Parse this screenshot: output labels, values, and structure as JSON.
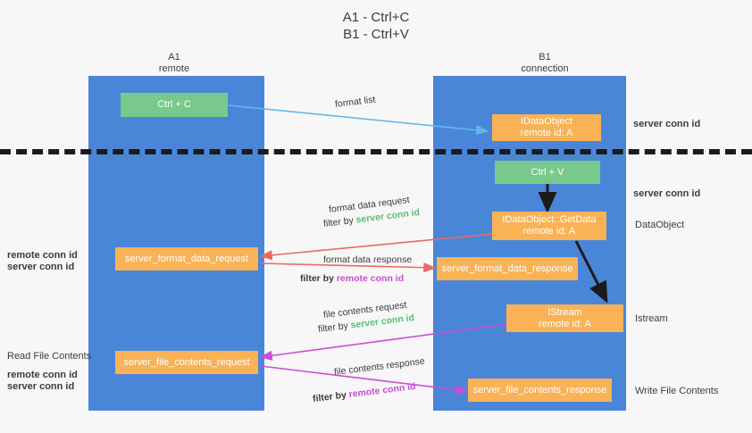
{
  "title": "A1 - Ctrl+C\nB1 - Ctrl+V",
  "lanes": [
    {
      "name": "A1",
      "subtitle": "remote"
    },
    {
      "name": "B1",
      "subtitle": "connection"
    }
  ],
  "nodes": {
    "ctrl_c": {
      "line1": "Ctrl + C"
    },
    "idataobject": {
      "line1": "IDataObject",
      "line2": "remote id: A"
    },
    "ctrl_v": {
      "line1": "Ctrl + V"
    },
    "getdata": {
      "line1": "IDataObject::GetData",
      "line2": "remote id: A"
    },
    "server_format_data_request": {
      "line1": "server_format_data_request"
    },
    "server_format_data_response": {
      "line1": "server_format_data_response"
    },
    "istream": {
      "line1": "IStream",
      "line2": "remote id: A"
    },
    "server_file_contents_request": {
      "line1": "server_file_contents_request"
    },
    "server_file_contents_response": {
      "line1": "server_file_contents_response"
    }
  },
  "edge_labels": {
    "format_list": "format list",
    "format_data_request": "format data request",
    "format_data_request_filter_prefix": "filter by ",
    "format_data_request_filter_value": "server conn id",
    "format_data_response": "format data response",
    "format_data_response_filter_prefix": "filter by ",
    "format_data_response_filter_value": "remote conn id",
    "file_contents_request": "file contents request",
    "file_contents_request_filter_prefix": "filter by ",
    "file_contents_request_filter_value": "server conn id",
    "file_contents_response": "file contents response",
    "file_contents_response_filter_prefix": "filter by ",
    "file_contents_response_filter_value": "remote conn id"
  },
  "right_labels": {
    "server_conn_id_top": "server conn id",
    "server_conn_id_mid": "server conn id",
    "dataobject": "DataObject",
    "istream": "Istream",
    "write_file_contents": "Write File Contents"
  },
  "left_labels": {
    "remote_conn_id_1": "remote conn id",
    "server_conn_id_1": "server conn id",
    "read_file_contents": "Read File Contents",
    "remote_conn_id_2": "remote conn id",
    "server_conn_id_2": "server conn id"
  },
  "colors": {
    "lane": "#4a86d8",
    "green_node": "#78c98b",
    "orange_node": "#f9b255",
    "green_text": "#5bbd72",
    "magenta_text": "#c94fd1",
    "blue_arrow": "#63b7e8",
    "red_arrow": "#ea6a5e",
    "black_arrow": "#1b1b1b",
    "magenta_arrow": "#c94fd1",
    "background": "#f7f7f7"
  }
}
